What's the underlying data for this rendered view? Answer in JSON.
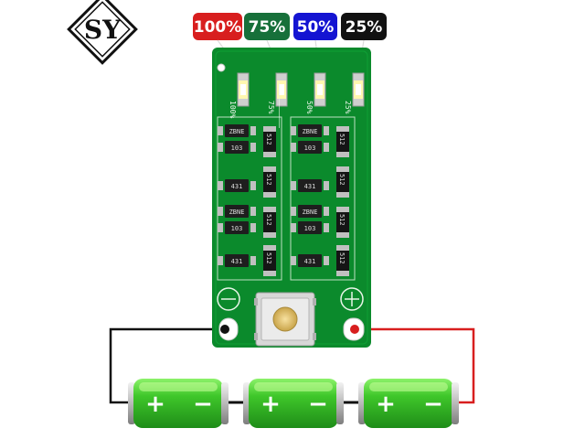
{
  "logo": {
    "text": "SY"
  },
  "indicators": [
    {
      "label": "100%",
      "color": "#d81e1e"
    },
    {
      "label": "75%",
      "color": "#17703a"
    },
    {
      "label": "50%",
      "color": "#1414d2"
    },
    {
      "label": "25%",
      "color": "#111111"
    }
  ],
  "silkscreen": [
    "100%",
    "75%",
    "50%",
    "25%"
  ],
  "chips": [
    "ZBNE",
    "103",
    "431",
    "ZBNE",
    "103",
    "431",
    "ZBNE",
    "103",
    "431",
    "ZBNE",
    "103",
    "431"
  ],
  "resistors": [
    "512",
    "512",
    "512",
    "512",
    "512",
    "512",
    "512",
    "512"
  ],
  "batteries": [
    {
      "plus": "+",
      "minus": "−"
    },
    {
      "plus": "+",
      "minus": "−"
    },
    {
      "plus": "+",
      "minus": "−"
    }
  ],
  "colors": {
    "pcb": "#0b8a2c",
    "pcb_dark": "#06701f",
    "battery": "#3fc72a",
    "wire_negative": "#111111",
    "wire_positive": "#d81e1e"
  }
}
